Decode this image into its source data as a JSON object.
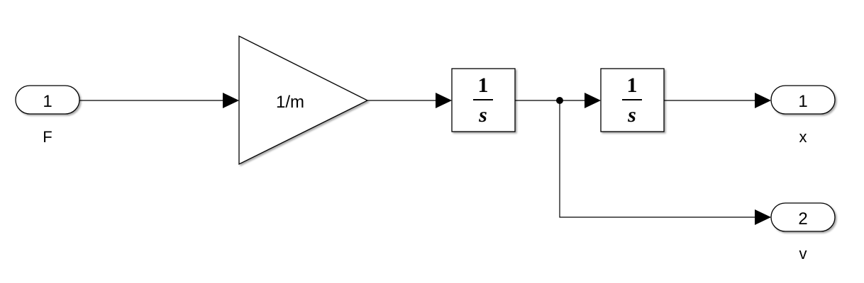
{
  "inports": [
    {
      "number": "1",
      "label": "F"
    }
  ],
  "gain": {
    "label": "1/m"
  },
  "integrators": [
    {
      "numerator": "1",
      "denominator": "s"
    },
    {
      "numerator": "1",
      "denominator": "s"
    }
  ],
  "outports": [
    {
      "number": "1",
      "label": "x"
    },
    {
      "number": "2",
      "label": "v"
    }
  ]
}
